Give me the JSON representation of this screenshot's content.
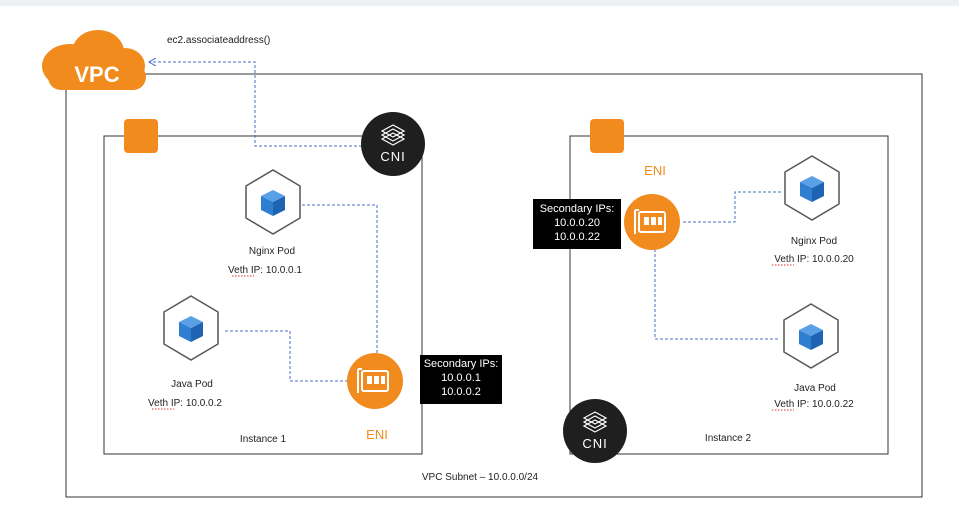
{
  "diagram": {
    "api_call": "ec2.associateaddress()",
    "vpc_label": "VPC",
    "subnet_label": "VPC Subnet – 10.0.0.0/24",
    "instances": [
      {
        "label": "Instance 1",
        "eni_label": "ENI",
        "cni_label": "CNI",
        "secondary_ips_title": "Secondary IPs:",
        "secondary_ips": [
          "10.0.0.1",
          "10.0.0.2"
        ],
        "pods": [
          {
            "name": "Nginx Pod",
            "veth": "Veth IP: 10.0.0.1"
          },
          {
            "name": "Java Pod",
            "veth": "Veth IP: 10.0.0.2"
          }
        ]
      },
      {
        "label": "Instance 2",
        "eni_label": "ENI",
        "cni_label": "CNI",
        "secondary_ips_title": "Secondary IPs:",
        "secondary_ips": [
          "10.0.0.20",
          "10.0.0.22"
        ],
        "pods": [
          {
            "name": "Nginx Pod",
            "veth": "Veth IP: 10.0.0.20"
          },
          {
            "name": "Java Pod",
            "veth": "Veth IP: 10.0.0.22"
          }
        ]
      }
    ],
    "colors": {
      "orange": "#f28b1e",
      "cni_dark": "#1f1f1f",
      "pod_blue": "#2f7fd0",
      "connector_blue": "#4a6fc4",
      "box_border": "#333333"
    }
  }
}
